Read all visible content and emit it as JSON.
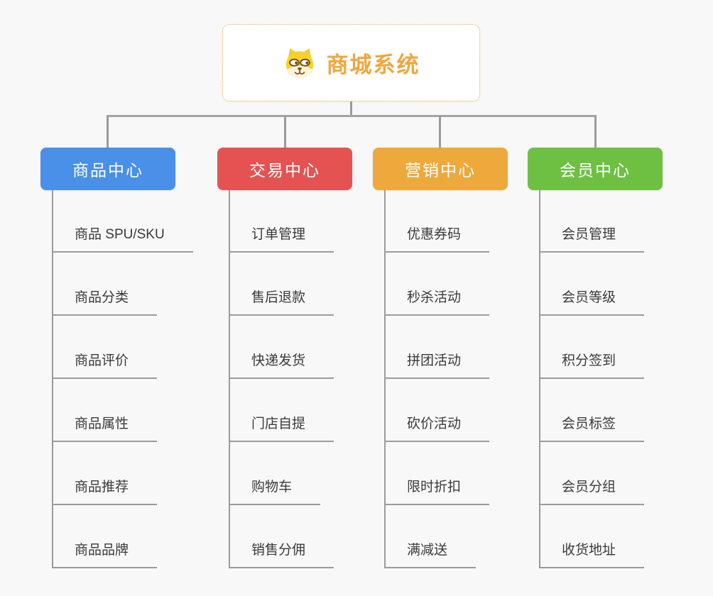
{
  "page": {
    "background": "#f8f8f8",
    "connector_color": "#9b9b9b"
  },
  "root": {
    "title": "商城系统",
    "icon": "dog-face-icon",
    "text_color": "#f0a63f",
    "border_color": "#f2ab45"
  },
  "branches": [
    {
      "label": "商品中心",
      "color": "#4a8fe8",
      "children": [
        "商品 SPU/SKU",
        "商品分类",
        "商品评价",
        "商品属性",
        "商品推荐",
        "商品品牌"
      ]
    },
    {
      "label": "交易中心",
      "color": "#e45351",
      "children": [
        "订单管理",
        "售后退款",
        "快递发货",
        "门店自提",
        "购物车",
        "销售分佣"
      ]
    },
    {
      "label": "营销中心",
      "color": "#eda93b",
      "children": [
        "优惠券码",
        "秒杀活动",
        "拼团活动",
        "砍价活动",
        "限时折扣",
        "满减送"
      ]
    },
    {
      "label": "会员中心",
      "color": "#6ec043",
      "children": [
        "会员管理",
        "会员等级",
        "积分签到",
        "会员标签",
        "会员分组",
        "收货地址"
      ]
    }
  ]
}
